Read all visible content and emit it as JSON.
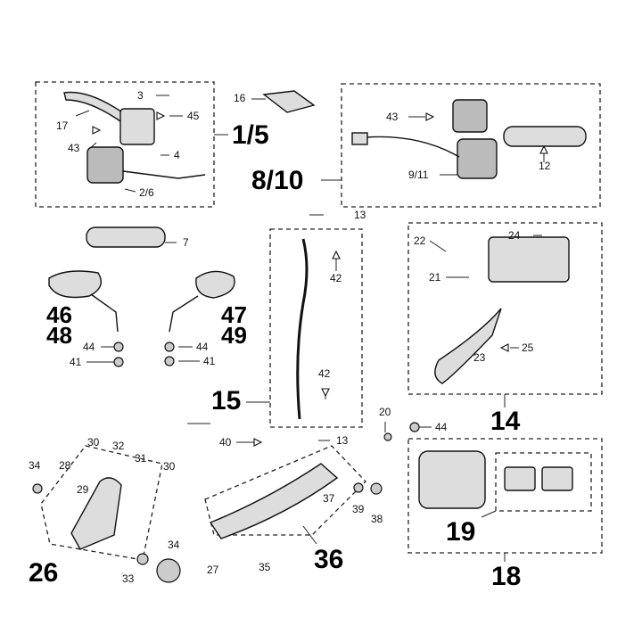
{
  "diagram": {
    "callouts": {
      "c3": "3",
      "c45": "45",
      "c17": "17",
      "c43a": "43",
      "c4": "4",
      "c2_6": "2/6",
      "c16": "16",
      "c43b": "43",
      "c9_11": "9/11",
      "c12": "12",
      "c7": "7",
      "c13a": "13",
      "c42a": "42",
      "c42b": "42",
      "c13b": "13",
      "c22": "22",
      "c24": "24",
      "c21": "21",
      "c25": "25",
      "c23": "23",
      "c44a": "44",
      "c41a": "41",
      "c44b": "44",
      "c41b": "41",
      "c20": "20",
      "c44c": "44",
      "c40": "40",
      "c34a": "34",
      "c30a": "30",
      "c32": "32",
      "c31": "31",
      "c30b": "30",
      "c28": "28",
      "c29": "29",
      "c34b": "34",
      "c33": "33",
      "c27": "27",
      "c37": "37",
      "c39": "39",
      "c38": "38",
      "c35": "35"
    },
    "groups": {
      "g1_5": "1/5",
      "g8_10": "8/10",
      "g46": "46",
      "g48": "48",
      "g47": "47",
      "g49": "49",
      "g15": "15",
      "g14": "14",
      "g19": "19",
      "g18": "18",
      "g26": "26",
      "g36": "36"
    }
  }
}
